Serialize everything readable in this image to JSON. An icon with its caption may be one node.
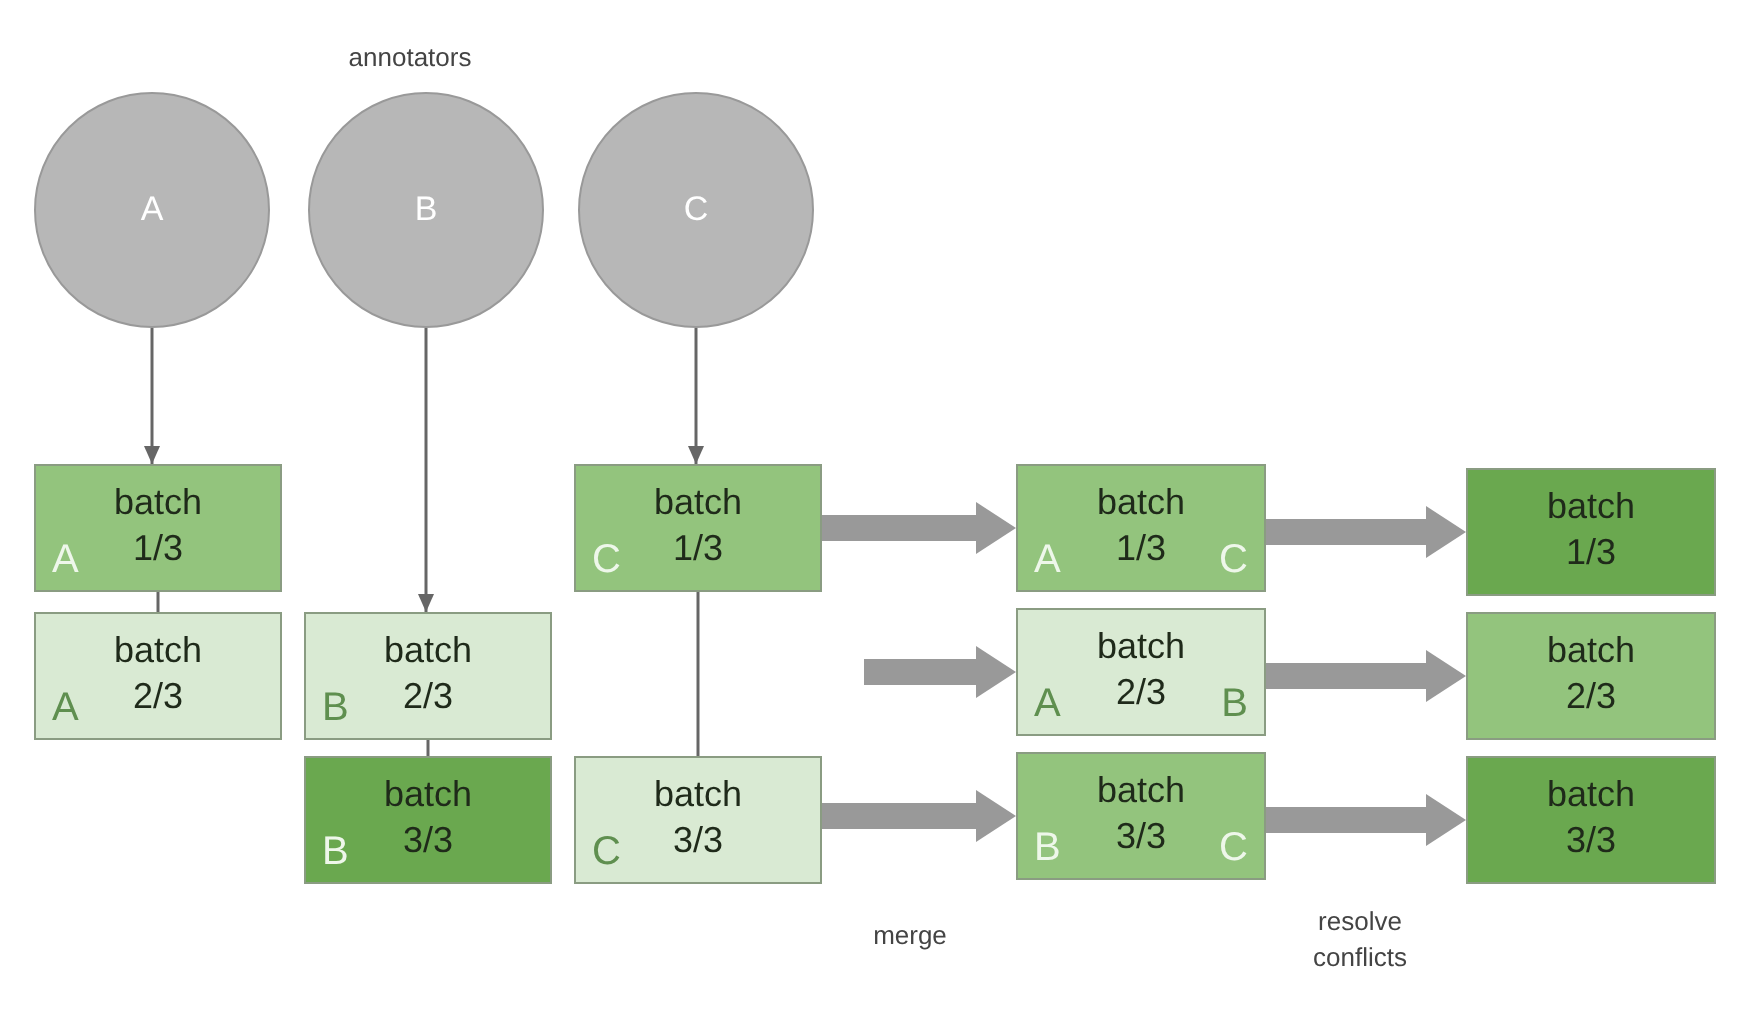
{
  "diagram": {
    "nodes": [
      {
        "text": [
          "A"
        ]
      },
      {
        "text": [
          "B"
        ]
      },
      {
        "text": [
          "C"
        ]
      },
      {
        "text": [
          "A",
          "batch 1/3"
        ]
      },
      {
        "text": [
          "A",
          "batch 2/3"
        ]
      },
      {
        "text": [
          "B",
          "batch 2/3"
        ]
      },
      {
        "text": [
          "B",
          "batch 3/3"
        ]
      },
      {
        "text": [
          "C",
          "batch 1/3"
        ]
      },
      {
        "text": [
          "C",
          "batch 3/3"
        ]
      },
      {
        "text": [
          "A",
          "batch 1/3",
          "C"
        ]
      },
      {
        "text": [
          "A",
          "batch 2/3",
          "B"
        ]
      },
      {
        "text": [
          "B",
          "batch 3/3",
          "C"
        ]
      },
      {
        "text": [
          "batch 1/3"
        ]
      },
      {
        "text": [
          "batch 2/3"
        ]
      },
      {
        "text": [
          "batch 3/3"
        ]
      }
    ],
    "edges": [
      {
        "from": 0,
        "to": 3,
        "arrow": "to"
      },
      {
        "from": 3,
        "to": 4,
        "arrow": "none"
      },
      {
        "from": 1,
        "to": 5,
        "arrow": "to"
      },
      {
        "from": 5,
        "to": 6,
        "arrow": "none"
      },
      {
        "from": 2,
        "to": 7,
        "arrow": "to"
      },
      {
        "from": 7,
        "to": 8,
        "arrow": "none"
      },
      {
        "from": 7,
        "to": 9,
        "arrow": "to",
        "style": "thick",
        "color": "#999999"
      },
      {
        "from": null,
        "to": 10,
        "arrow": "to",
        "style": "thick",
        "color": "#999999"
      },
      {
        "from": 8,
        "to": 11,
        "arrow": "to",
        "style": "thick",
        "color": "#999999"
      },
      {
        "from": 9,
        "to": 12,
        "arrow": "to",
        "style": "thick",
        "color": "#999999"
      },
      {
        "from": 10,
        "to": 13,
        "arrow": "to",
        "style": "thick",
        "color": "#999999"
      },
      {
        "from": 11,
        "to": 14,
        "arrow": "to",
        "style": "thick",
        "color": "#999999"
      }
    ],
    "labels": [
      "annotators",
      "merge",
      "resolve conflicts"
    ]
  }
}
